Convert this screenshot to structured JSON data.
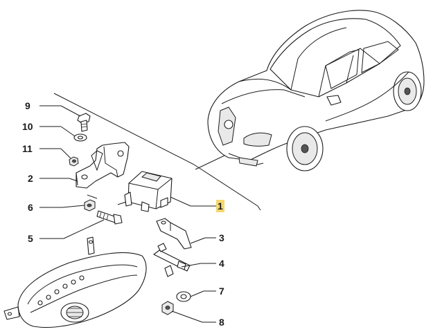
{
  "diagram": {
    "callouts": [
      {
        "id": "9",
        "label": "9"
      },
      {
        "id": "10",
        "label": "10"
      },
      {
        "id": "11",
        "label": "11"
      },
      {
        "id": "2",
        "label": "2"
      },
      {
        "id": "6",
        "label": "6"
      },
      {
        "id": "5",
        "label": "5"
      },
      {
        "id": "1",
        "label": "1",
        "highlight": "#f5d76e"
      },
      {
        "id": "3",
        "label": "3"
      },
      {
        "id": "4",
        "label": "4"
      },
      {
        "id": "7",
        "label": "7"
      },
      {
        "id": "8",
        "label": "8"
      }
    ],
    "colors": {
      "line": "#1a1a1a",
      "highlight": "#f5d76e",
      "background": "#ffffff"
    }
  }
}
